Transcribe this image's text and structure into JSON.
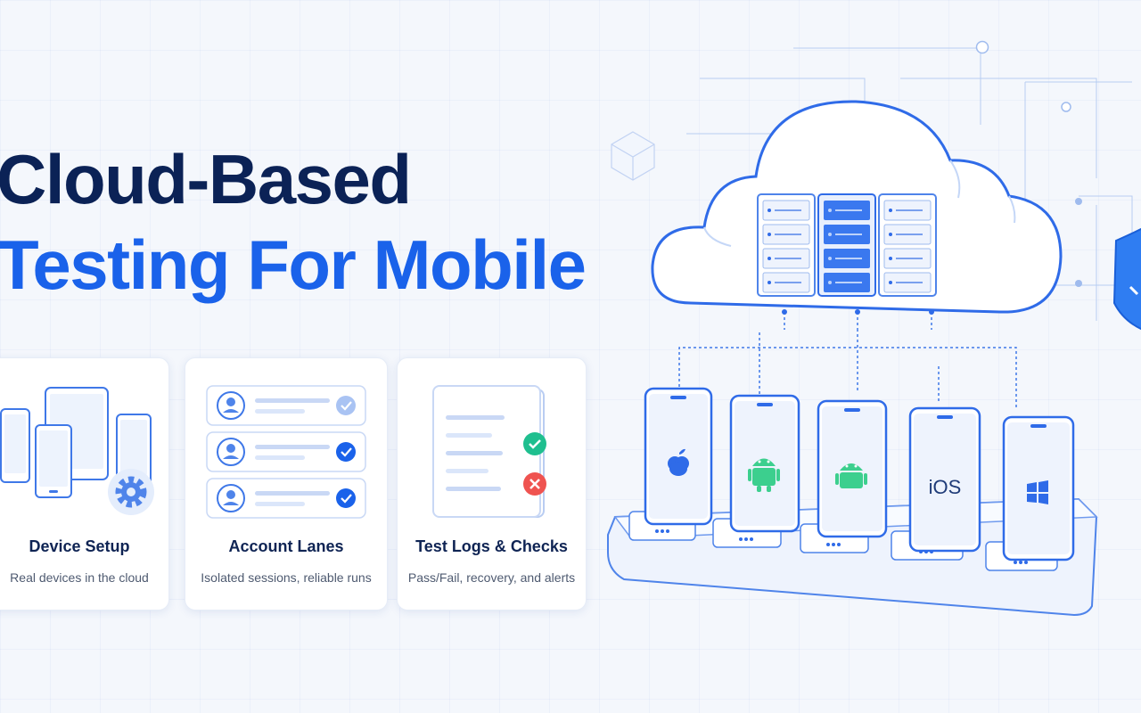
{
  "headline": {
    "line1": "Cloud-Based",
    "line2": "Testing For Mobile"
  },
  "cards": [
    {
      "title": "Device Setup",
      "subtitle": "Real devices in the cloud",
      "icon": "devices-gear-icon"
    },
    {
      "title": "Account Lanes",
      "subtitle": "Isolated sessions, reliable runs",
      "icon": "account-list-icon"
    },
    {
      "title": "Test Logs & Checks",
      "subtitle": "Pass/Fail, recovery, and alerts",
      "icon": "log-pass-fail-icon"
    }
  ],
  "devices": [
    {
      "platform": "apple",
      "icon": "apple-icon"
    },
    {
      "platform": "android",
      "icon": "android-icon"
    },
    {
      "platform": "android",
      "icon": "android-icon"
    },
    {
      "platform": "ios",
      "label": "iOS"
    },
    {
      "platform": "windows",
      "icon": "windows-icon"
    }
  ],
  "colors": {
    "navy": "#0b2256",
    "brand_blue": "#1a62ea",
    "pass_green": "#1fbf8f",
    "fail_red": "#ef5350",
    "android_green": "#3ccf8e"
  }
}
